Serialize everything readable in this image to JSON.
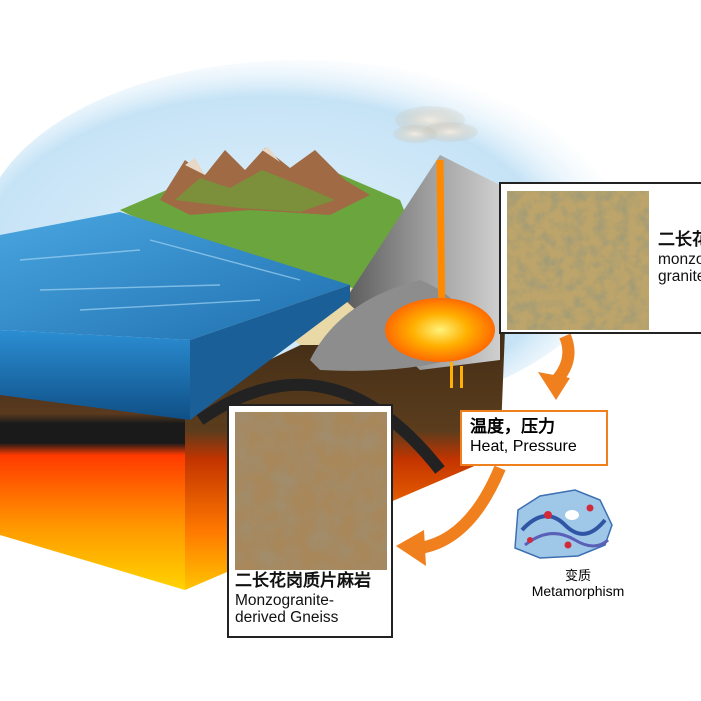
{
  "source_rock": {
    "name_zh": "二长花岗岩",
    "name_en_line1": "monzo-",
    "name_en_line2": "granite"
  },
  "process": {
    "label_zh": "温度，压力",
    "label_en": "Heat, Pressure"
  },
  "result_rock": {
    "name_zh": "二长花岗质片麻岩",
    "name_en_line1": "Monzogranite-",
    "name_en_line2": "derived Gneiss"
  },
  "metamorphism": {
    "label_zh": "变质",
    "label_en": "Metamorphism"
  },
  "colors": {
    "arrow": "#f07f1e",
    "ocean": "#2f8fcb",
    "magma": "#ff7a00",
    "sky": "#cfe8f8"
  }
}
